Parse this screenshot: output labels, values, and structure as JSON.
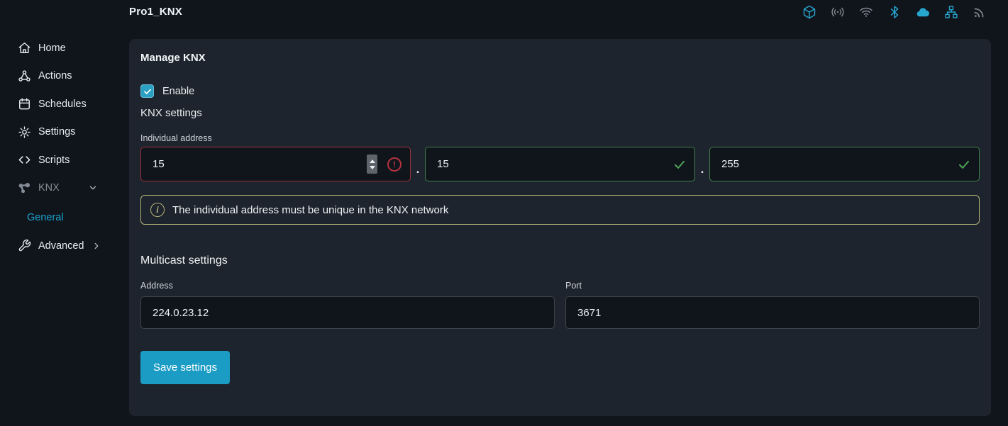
{
  "topbar": {
    "title": "Pro1_KNX",
    "icons": [
      {
        "name": "package-icon",
        "state": "accent"
      },
      {
        "name": "broadcast-icon",
        "state": "muted"
      },
      {
        "name": "wifi-icon",
        "state": "muted"
      },
      {
        "name": "bluetooth-icon",
        "state": "accent"
      },
      {
        "name": "cloud-icon",
        "state": "accent"
      },
      {
        "name": "lan-icon",
        "state": "accent"
      },
      {
        "name": "signal-arcs-icon",
        "state": "muted"
      }
    ]
  },
  "sidebar": {
    "items": [
      {
        "label": "Home",
        "icon": "home-icon"
      },
      {
        "label": "Actions",
        "icon": "webhook-icon"
      },
      {
        "label": "Schedules",
        "icon": "calendar-icon"
      },
      {
        "label": "Settings",
        "icon": "gear-icon"
      },
      {
        "label": "Scripts",
        "icon": "code-icon"
      },
      {
        "label": "KNX",
        "icon": "knx-node-icon",
        "expanded": true
      },
      {
        "label": "General",
        "active": true,
        "sub_item_of": "KNX"
      },
      {
        "label": "Advanced",
        "icon": "wrench-icon",
        "collapsed": true
      }
    ]
  },
  "main": {
    "heading": "Manage KNX",
    "enable": {
      "label": "Enable",
      "checked": true
    },
    "knx_settings_label": "KNX settings",
    "individual_address": {
      "label": "Individual address",
      "separator": ".",
      "fields": [
        {
          "value": "15",
          "status": "error"
        },
        {
          "value": "15",
          "status": "valid"
        },
        {
          "value": "255",
          "status": "valid"
        }
      ]
    },
    "info_message": "The individual address must be unique in the KNX network",
    "multicast": {
      "heading": "Multicast settings",
      "address_label": "Address",
      "address_value": "224.0.23.12",
      "port_label": "Port",
      "port_value": "3671"
    },
    "save_button_label": "Save settings"
  },
  "colors": {
    "accent": "#27a6cf",
    "button": "#1b9cc5",
    "link": "#1ba2cb",
    "error": "#9e3039",
    "valid": "#40804a",
    "warning": "#b5b478",
    "panel_bg": "#1e242d",
    "page_bg": "#10151c"
  }
}
